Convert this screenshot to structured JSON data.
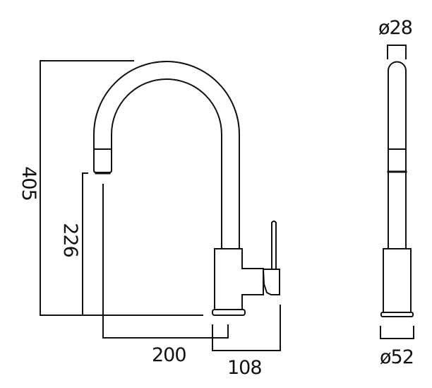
{
  "figure": {
    "type": "technical-dimension-drawing",
    "subject": "kitchen mixer tap",
    "views": [
      "side-view",
      "front-view"
    ],
    "stroke_color": "#111111",
    "background": "#ffffff"
  },
  "dimensions": {
    "total_height": {
      "value": "405",
      "unit": "mm",
      "orientation": "vertical"
    },
    "spout_height": {
      "value": "226",
      "unit": "mm",
      "orientation": "vertical"
    },
    "spout_reach": {
      "value": "200",
      "unit": "mm",
      "orientation": "horizontal"
    },
    "body_to_lever": {
      "value": "108",
      "unit": "mm",
      "orientation": "horizontal"
    },
    "spout_diameter": {
      "value": "ø28",
      "unit": "mm"
    },
    "base_diameter": {
      "value": "ø52",
      "unit": "mm"
    }
  }
}
